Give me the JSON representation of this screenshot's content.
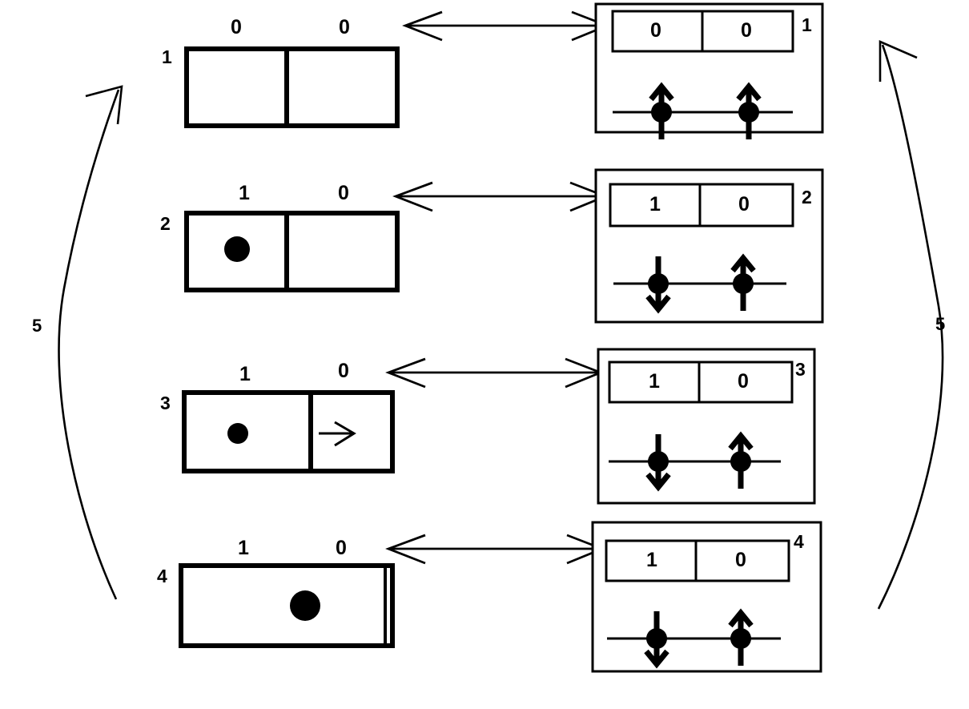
{
  "diagram": {
    "title": "Szilard engine / bit-erasure cycle diagram",
    "stroke_color": "#000000",
    "background_color": "#ffffff",
    "cycle_labels": [
      {
        "text": "5",
        "side": "left"
      },
      {
        "text": "5",
        "side": "right"
      }
    ]
  },
  "rows": [
    {
      "step": "1",
      "left_box": {
        "headers": [
          "0",
          "0"
        ],
        "divider": "center",
        "particle": "none",
        "arrow_in_right_cell": false
      },
      "connector": "double-headed-arrow",
      "panel": {
        "number": "1",
        "cells": [
          "0",
          "0"
        ],
        "spins": [
          "up",
          "up"
        ]
      }
    },
    {
      "step": "2",
      "left_box": {
        "headers": [
          "1",
          "0"
        ],
        "divider": "center",
        "particle": "left-cell",
        "arrow_in_right_cell": false
      },
      "connector": "double-headed-arrow",
      "panel": {
        "number": "2",
        "cells": [
          "1",
          "0"
        ],
        "spins": [
          "down",
          "up"
        ]
      }
    },
    {
      "step": "3",
      "left_box": {
        "headers": [
          "1",
          "0"
        ],
        "divider": "right-of-center",
        "particle": "left-cell",
        "arrow_in_right_cell": true
      },
      "connector": "double-headed-arrow",
      "panel": {
        "number": "3",
        "cells": [
          "1",
          "0"
        ],
        "spins": [
          "down",
          "up"
        ]
      }
    },
    {
      "step": "4",
      "left_box": {
        "headers": [
          "1",
          "0"
        ],
        "divider": "far-right",
        "particle": "center",
        "arrow_in_right_cell": false
      },
      "connector": "double-headed-arrow",
      "panel": {
        "number": "4",
        "cells": [
          "1",
          "0"
        ],
        "spins": [
          "down",
          "up"
        ]
      }
    }
  ]
}
